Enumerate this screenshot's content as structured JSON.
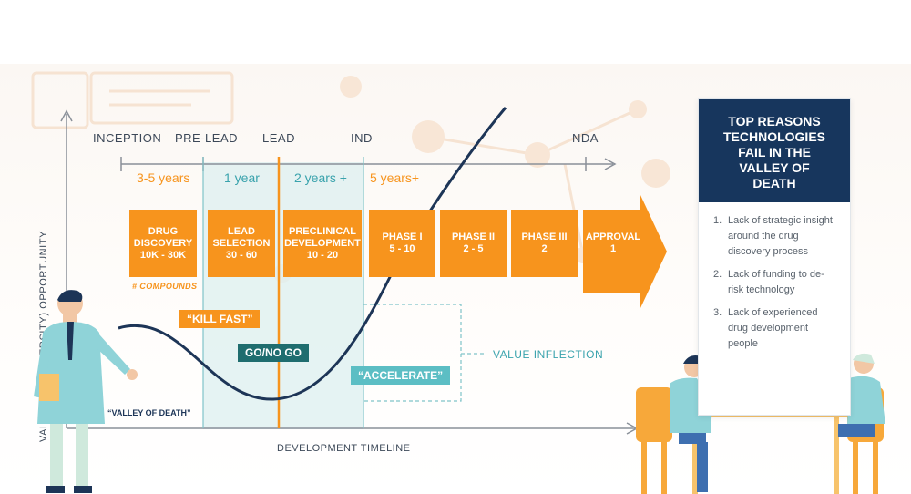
{
  "axes": {
    "y_label": "VALUE OF (UNIVERSITY) OPPORTUNITY",
    "x_label": "DEVELOPMENT TIMELINE"
  },
  "stages": [
    "INCEPTION",
    "PRE-LEAD",
    "LEAD",
    "IND",
    "NDA"
  ],
  "durations": [
    {
      "text": "3-5 years",
      "color": "#f7941d"
    },
    {
      "text": "1 year",
      "color": "#3aa3ad"
    },
    {
      "text": "2 years +",
      "color": "#3aa3ad"
    },
    {
      "text": "5 years+",
      "color": "#f7941d"
    }
  ],
  "process_boxes": [
    {
      "line1": "DRUG",
      "line2": "DISCOVERY",
      "line3": "10K - 30K"
    },
    {
      "line1": "LEAD",
      "line2": "SELECTION",
      "line3": "30 - 60"
    },
    {
      "line1": "PRECLINICAL",
      "line2": "DEVELOPMENT",
      "line3": "10 - 20"
    },
    {
      "line1": "PHASE I",
      "line2": "5 - 10",
      "line3": ""
    },
    {
      "line1": "PHASE II",
      "line2": "2 - 5",
      "line3": ""
    },
    {
      "line1": "PHASE III",
      "line2": "2",
      "line3": ""
    },
    {
      "line1": "APPROVAL",
      "line2": "1",
      "line3": ""
    }
  ],
  "compounds_note": "# COMPOUNDS",
  "tags": {
    "kill_fast": "“KILL FAST”",
    "go_no_go": "GO/NO GO",
    "accelerate": "“ACCELERATE”",
    "value_inflection": "VALUE INFLECTION",
    "valley": "“VALLEY OF DEATH”"
  },
  "reasons": {
    "title_lines": [
      "TOP REASONS",
      "TECHNOLOGIES",
      "FAIL IN THE",
      "VALLEY OF",
      "DEATH"
    ],
    "items": [
      {
        "num": "1.",
        "text": "Lack of strategic insight around the drug discovery process"
      },
      {
        "num": "2.",
        "text": "Lack of funding to de-risk technology"
      },
      {
        "num": "3.",
        "text": "Lack of experienced drug development people"
      }
    ]
  },
  "colors": {
    "orange": "#f7941d",
    "teal": "#3aa3ad",
    "navy": "#17365d",
    "curve": "#1d3557",
    "band": "#dff0f0"
  }
}
